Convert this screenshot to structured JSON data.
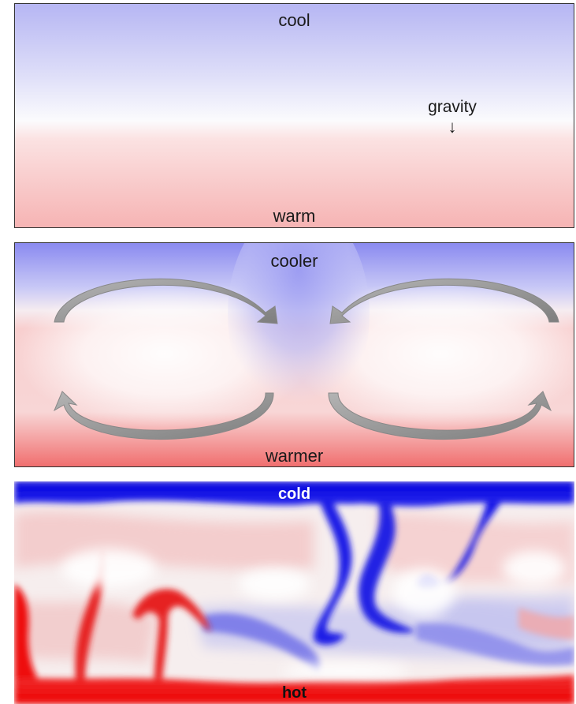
{
  "panels": [
    {
      "top_label": "cool",
      "bottom_label": "warm",
      "side_label": "gravity",
      "arrow_glyph": "↓"
    },
    {
      "top_label": "cooler",
      "bottom_label": "warmer"
    },
    {
      "top_label": "cold",
      "bottom_label": "hot"
    }
  ],
  "colors": {
    "cool_blue": "#b8b8f5",
    "warm_red": "#f7b5b5",
    "cold_blue": "#0000dd",
    "hot_red": "#ee0000",
    "arrow_gray": "#999999"
  }
}
